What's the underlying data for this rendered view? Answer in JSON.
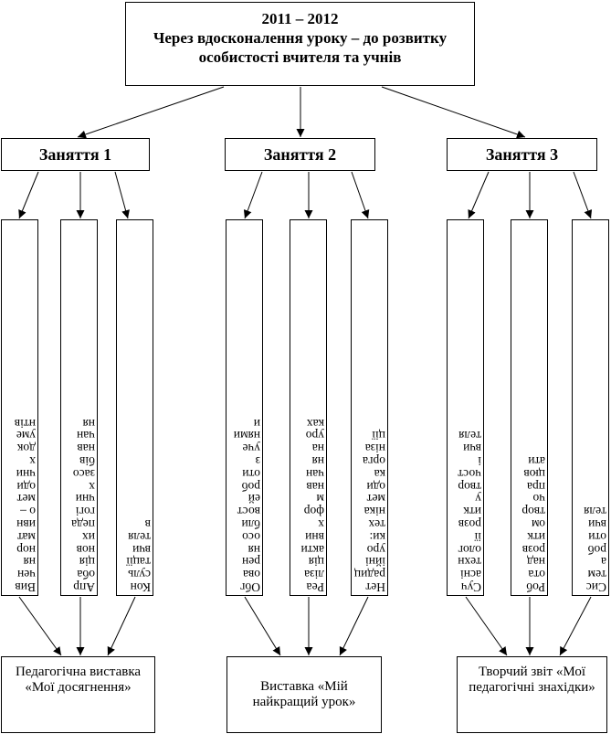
{
  "top": {
    "year": "2011 – 2012",
    "title_line1": "Через вдосконалення уроку – до розвитку",
    "title_line2": "особистості вчителя та учнів"
  },
  "sessions": [
    {
      "label": "Заняття 1",
      "columns": [
        [
          "Вив",
          "чен",
          "ня",
          "нор",
          "мат",
          "ивн",
          "о –",
          "мет",
          "оди",
          "чни",
          "х",
          "док",
          "уме",
          "нтів"
        ],
        [
          "Апр",
          "оба",
          "ція",
          "нов",
          "их",
          "педа",
          "гогі",
          "чни",
          "х",
          "засо",
          "бів",
          "нав",
          "чан",
          "ня"
        ],
        [
          "Кон",
          "суль",
          "тації",
          "вчи",
          "теля",
          "в"
        ]
      ],
      "result": "Педагогічна виставка «Мої досягнення»"
    },
    {
      "label": "Заняття 2",
      "columns": [
        [
          "Обг",
          "ова",
          "рен",
          "ня",
          "осо",
          "бли",
          "вост",
          "ей",
          "роб",
          "оти",
          "з",
          "уче",
          "нями",
          "и"
        ],
        [
          "Реа",
          "ліза",
          "ція",
          "акти",
          "вни",
          "х",
          "фор",
          "м",
          "нав",
          "чан",
          "ня",
          "на",
          "уро",
          "ках"
        ],
        [
          "Нет",
          "радиц",
          "ійні",
          "уро",
          "ки:",
          "тех",
          "ніка",
          "мет",
          "оди",
          "ка",
          "орга",
          "ніза",
          "ції"
        ]
      ],
      "result": "Виставка «Мій найкращий урок»"
    },
    {
      "label": "Заняття 3",
      "columns": [
        [
          "Суч",
          "асні",
          "техн",
          "олог",
          "ії",
          "розв",
          "итк",
          "у",
          "твор",
          "чост",
          "і",
          "вчи",
          "теля"
        ],
        [
          "Роб",
          "ота",
          "над",
          "розв",
          "итк",
          "ом",
          "твор",
          "чо",
          "пра",
          "цюв",
          "ати"
        ],
        [
          "Сис",
          "тем",
          "а",
          "роб",
          "оти",
          "вчи",
          "теля"
        ]
      ],
      "result": "Творчий звіт «Мої педагогічні знахідки»"
    }
  ]
}
